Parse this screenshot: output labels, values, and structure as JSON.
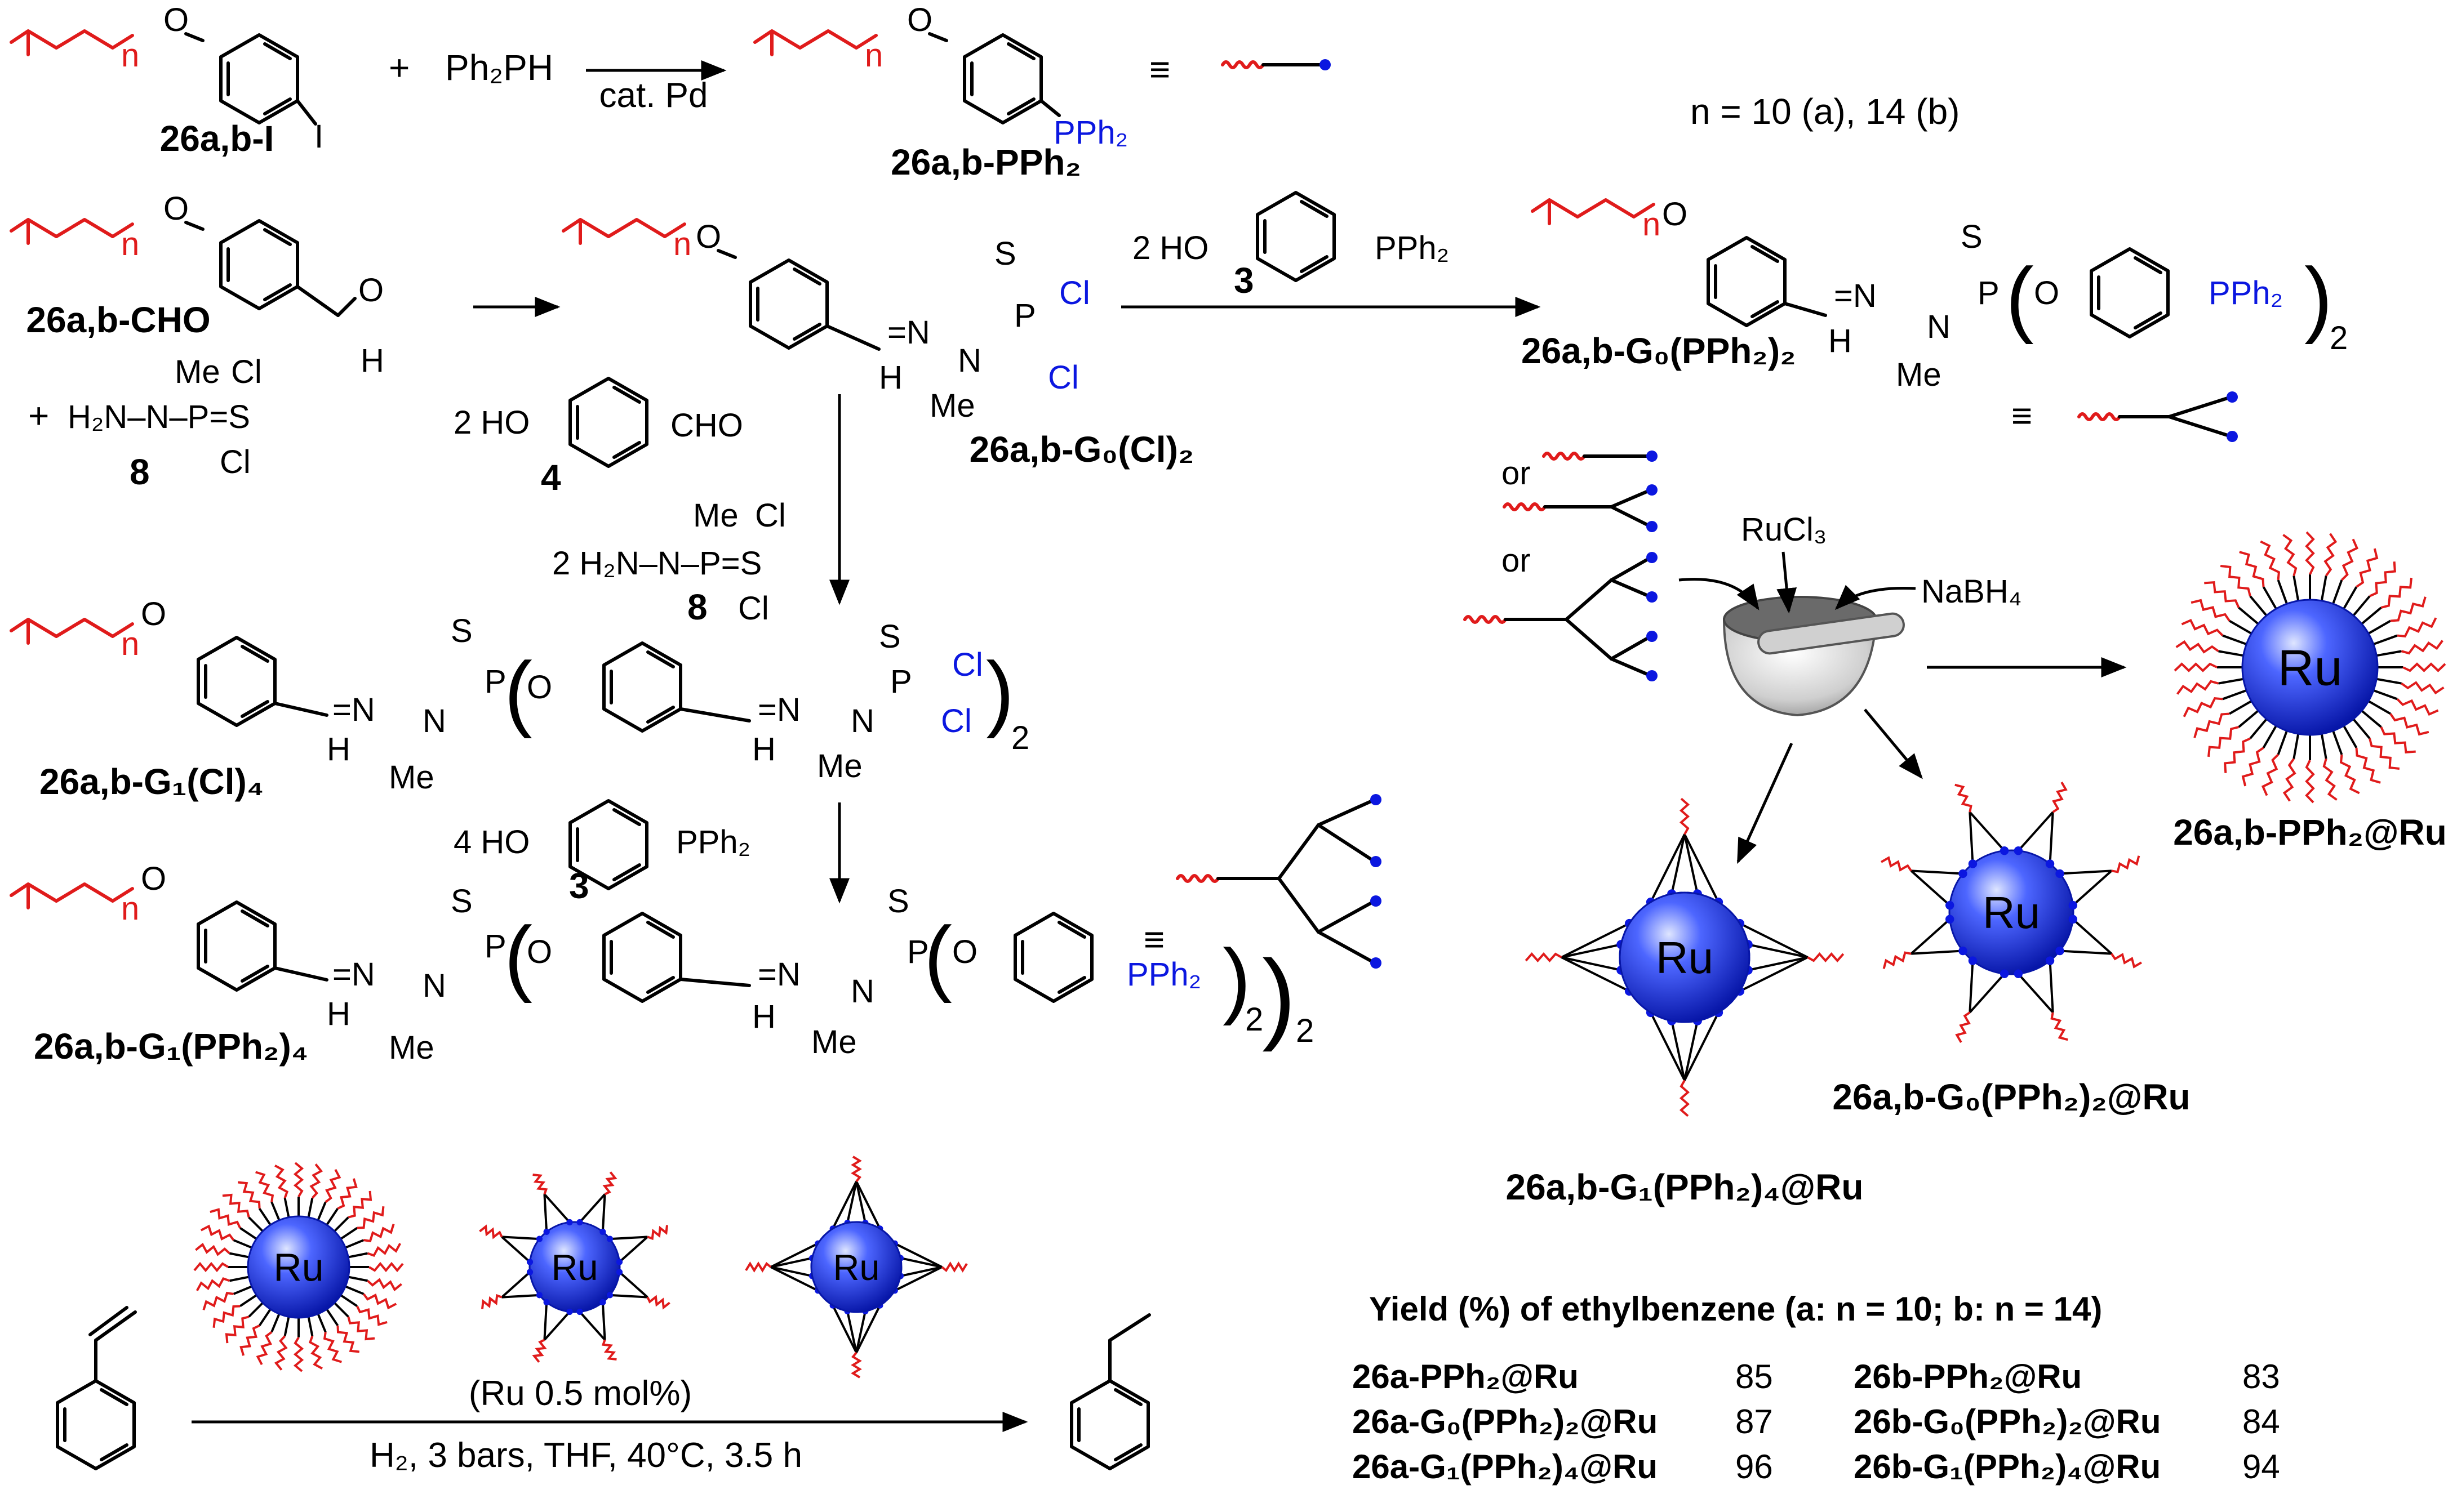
{
  "colors": {
    "chain": "#e01b1b",
    "phosphine": "#0b17e0",
    "nanoparticle": "#1f3bff",
    "bond": "#000000"
  },
  "reaction1": {
    "plus": "+",
    "reagent": "Ph₂PH",
    "conditions": "cat. Pd",
    "sm_label": "26a,b-I",
    "product_label": "26a,b-PPh₂",
    "iodide": "I",
    "phosphine": "PPh₂",
    "equiv_symbol": "≡",
    "n_def": "n = 10 (a), 14 (b)"
  },
  "reaction2": {
    "sm_label": "26a,b-CHO",
    "plus": "+",
    "hydrazide": "H₂N–N–P=S",
    "hydrazide_me": "Me",
    "hydrazide_cl": "Cl",
    "hydrazide_label": "8",
    "product_label": "26a,b-G₀(Cl)₂",
    "reagent3": "2 HO–C₆H₄–PPh₂",
    "reagent3_label": "3",
    "product2_label": "26a,b-G₀(PPh₂)₂"
  },
  "reaction3": {
    "reagent4": "2 HO–C₆H₄–CHO",
    "reagent4_label": "4",
    "reagent8": "2 H₂N–N(Me)–P(S)Cl₂",
    "reagent8_label": "8",
    "product_label": "26a,b-G₁(Cl)₄",
    "reagent3": "4 HO–C₆H₄–PPh₂",
    "reagent3_label": "3",
    "product2_label": "26a,b-G₁(PPh₂)₄"
  },
  "nanoparticles": {
    "or": "or",
    "reagents": [
      "RuCl₃",
      "NaBH₄"
    ],
    "core": "Ru",
    "labels": [
      "26a,b-PPh₂@Ru",
      "26a,b-G₀(PPh₂)₂@Ru",
      "26a,b-G₁(PPh₂)₄@Ru"
    ]
  },
  "hydrogenation": {
    "catalyst_loading": "(Ru 0.5 mol%)",
    "conditions": "H₂, 3 bars, THF, 40°C, 3.5 h",
    "core": "Ru"
  },
  "yield_table": {
    "title": "Yield (%) of ethylbenzene (a: n = 10; b: n = 14)",
    "rows": [
      {
        "catalyst": "26a-PPh₂@Ru",
        "value": 85
      },
      {
        "catalyst": "26a-G₀(PPh₂)₂@Ru",
        "value": 87
      },
      {
        "catalyst": "26a-G₁(PPh₂)₄@Ru",
        "value": 96
      },
      {
        "catalyst": "26b-PPh₂@Ru",
        "value": 83
      },
      {
        "catalyst": "26b-G₀(PPh₂)₂@Ru",
        "value": 84
      },
      {
        "catalyst": "26b-G₁(PPh₂)₄@Ru",
        "value": 94
      }
    ]
  }
}
